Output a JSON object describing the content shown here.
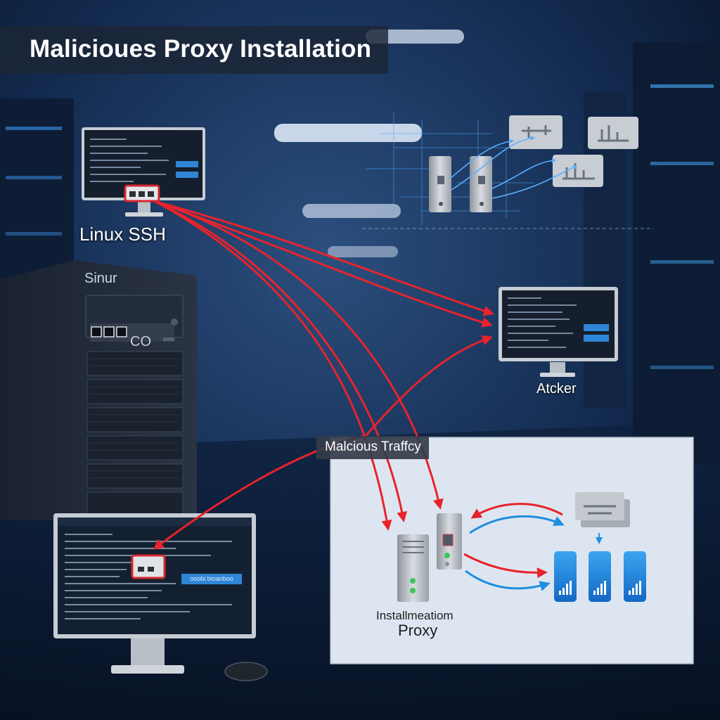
{
  "title": "Malicioues Proxy Installation",
  "labels": {
    "linux_ssh": "Linux SSH",
    "server_brand": "Sinur",
    "server_port_mark": "CO",
    "attacker": "Atcker",
    "panel_tag": "Malcious Traffcy",
    "install_label": "Installmeatiom",
    "proxy_label": "Proxy",
    "terminal_button": "ooobi bioanboo"
  },
  "colors": {
    "attack_arrow": "#e8232c",
    "return_arrow": "#1e8fe0",
    "background": "#0b1a33",
    "panel_bg": "#dde6f0"
  },
  "icons": [
    "network-switch-icon",
    "server-tower-icon",
    "monitor-icon",
    "mouse-icon",
    "signal-bars-icon",
    "ethernet-port-icon"
  ]
}
